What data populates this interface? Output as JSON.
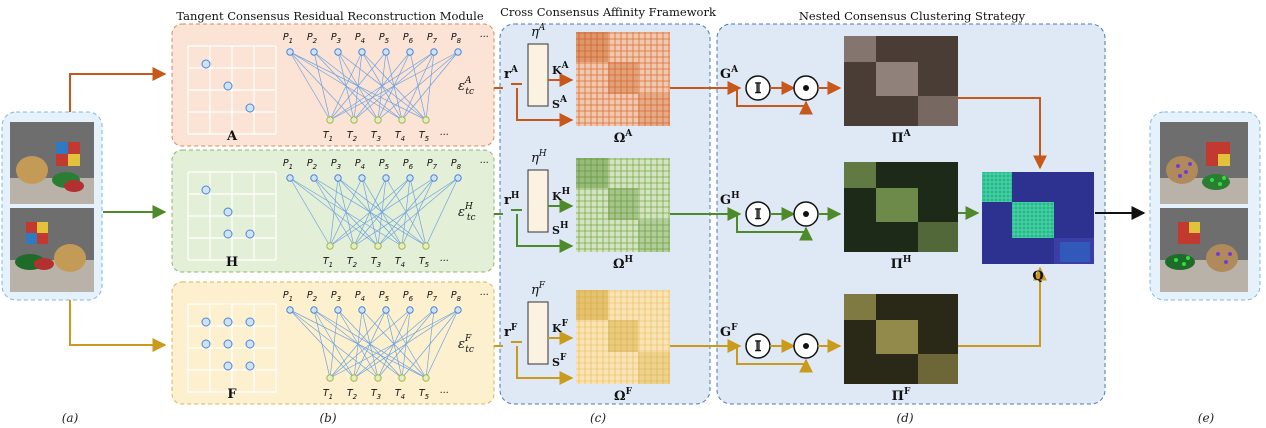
{
  "titles": {
    "module_b": "Tangent Consensus Residual Reconstruction Module",
    "module_c": "Cross Consensus Affinity Framework",
    "module_d": "Nested Consensus Clustering Strategy"
  },
  "captions": [
    "(a)",
    "(b)",
    "(c)",
    "(d)",
    "(e)"
  ],
  "p_labels": [
    "P1",
    "P2",
    "P3",
    "P4",
    "P5",
    "P6",
    "P7",
    "P8"
  ],
  "t_labels": [
    "T1",
    "T2",
    "T3",
    "T4",
    "T5"
  ],
  "ellipsis": "···",
  "rows": [
    {
      "key": "A",
      "color": "#c8581a",
      "panel_fill": "#fbe3d6",
      "panel_border": "#d88a5a",
      "grid_label": "A",
      "epsilon_sub": "tc",
      "epsilon_sup": "A",
      "r_label": "r",
      "eta_label": "η",
      "k_label": "K",
      "s_label": "S",
      "omega_label": "Ω",
      "g_label": "G",
      "pi_label": "Π",
      "superscript": "A",
      "pi_base": "#4a3d36",
      "pi_block": "#9c8e86"
    },
    {
      "key": "H",
      "color": "#4f8a2a",
      "panel_fill": "#e4efd8",
      "panel_border": "#8cb46a",
      "grid_label": "H",
      "epsilon_sub": "tc",
      "epsilon_sup": "H",
      "r_label": "r",
      "eta_label": "η",
      "k_label": "K",
      "s_label": "S",
      "omega_label": "Ω",
      "g_label": "G",
      "pi_label": "Π",
      "superscript": "H",
      "pi_base": "#1e2a18",
      "pi_block": "#7d9b55"
    },
    {
      "key": "F",
      "color": "#c99a1c",
      "panel_fill": "#fdf0cf",
      "panel_border": "#d9b653",
      "grid_label": "F",
      "epsilon_sub": "tc",
      "epsilon_sup": "F",
      "r_label": "r",
      "eta_label": "η",
      "k_label": "K",
      "s_label": "S",
      "omega_label": "Ω",
      "g_label": "G",
      "pi_label": "Π",
      "superscript": "F",
      "pi_base": "#2a2816",
      "pi_block": "#a49b55"
    }
  ],
  "q_label": "Q",
  "colors": {
    "module_bg": "#dfe9f5",
    "module_border": "#4a78b5",
    "node_stroke": "#4a86d6",
    "node_fill": "#cfe3f7",
    "network_line": "#6fa3dd",
    "final_arrow": "#111111"
  }
}
